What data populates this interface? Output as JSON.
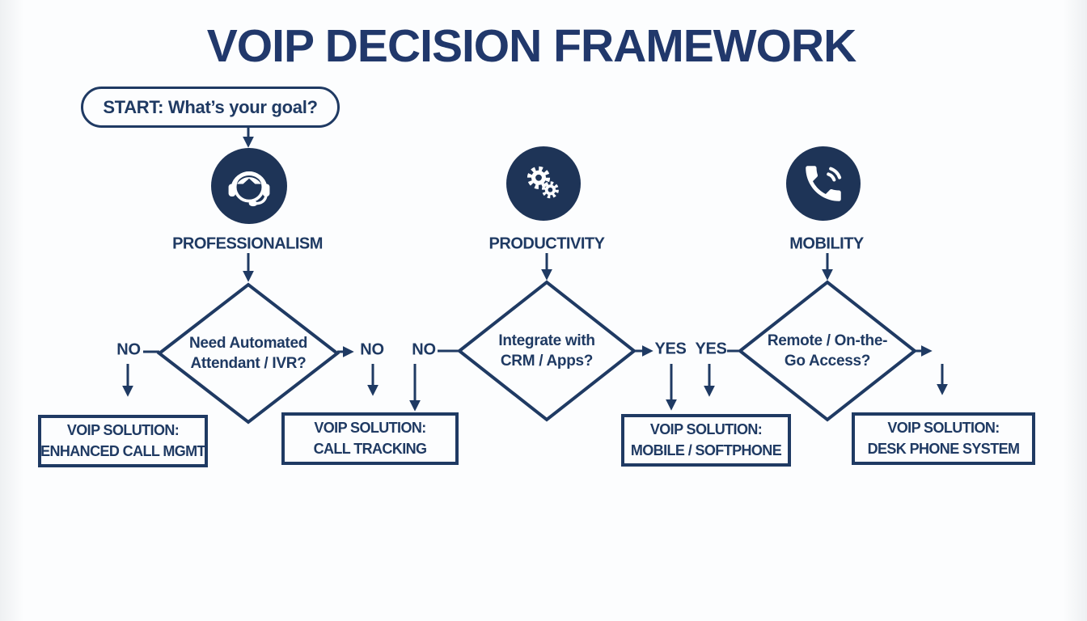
{
  "page": {
    "title": "VOIP DECISION FRAMEWORK"
  },
  "start": {
    "label": "START: What’s your goal?"
  },
  "columns": [
    {
      "id": "professionalism",
      "icon": "headset-icon",
      "label": "PROFESSIONALISM",
      "question_line1": "Need Automated",
      "question_line2": "Attendant / IVR?",
      "left_branch": "NO",
      "right_branch": "NO"
    },
    {
      "id": "productivity",
      "icon": "gears-icon",
      "label": "PRODUCTIVITY",
      "question_line1": "Integrate with",
      "question_line2": "CRM / Apps?",
      "left_branch": "NO",
      "right_branch": "YES"
    },
    {
      "id": "mobility",
      "icon": "phone-call-icon",
      "label": "MOBILITY",
      "question_line1": "Remote / On-the-",
      "question_line2": "Go Access?",
      "left_branch": "YES"
    }
  ],
  "solutions": [
    {
      "line1": "VOIP SOLUTION:",
      "line2": "ENHANCED CALL MGMT"
    },
    {
      "line1": "VOIP SOLUTION:",
      "line2": "CALL TRACKING"
    },
    {
      "line1": "VOIP SOLUTION:",
      "line2": "MOBILE / SOFTPHONE"
    },
    {
      "line1": "VOIP SOLUTION:",
      "line2": "DESK PHONE SYSTEM"
    }
  ],
  "colors": {
    "navy": "#1f3a63",
    "icon_circle": "#1e3457",
    "background": "#fcfdfe"
  }
}
